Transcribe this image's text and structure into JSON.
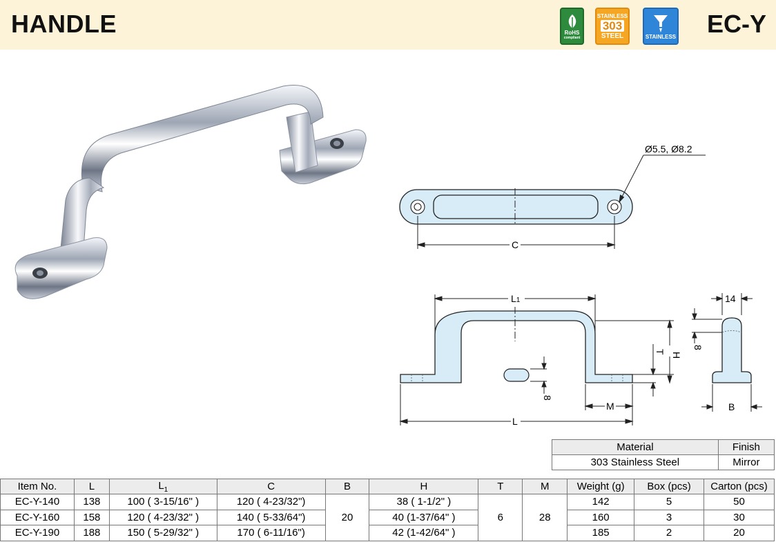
{
  "header": {
    "title": "HANDLE",
    "code": "EC-Y"
  },
  "badges": {
    "rohs": {
      "line1": "RoHS",
      "line2": "compliant"
    },
    "stainless303": {
      "top": "STAINLESS",
      "mid": "303",
      "bottom": "STEEL"
    },
    "stainless": {
      "label": "STAINLESS"
    }
  },
  "drawing": {
    "hole_dim": "Ø5.5, Ø8.2",
    "c": "C",
    "l1_main": "L",
    "l1_sub": "1",
    "l": "L",
    "m": "M",
    "t": "T",
    "h": "H",
    "slot_dim": "8",
    "w14": "14",
    "h8": "8",
    "b": "B"
  },
  "spec": {
    "headers": [
      "Material",
      "Finish"
    ],
    "values": [
      "303 Stainless Steel",
      "Mirror"
    ]
  },
  "table": {
    "headers": [
      "Item No.",
      "L",
      "L",
      "C",
      "B",
      "H",
      "T",
      "M",
      "Weight (g)",
      "Box (pcs)",
      "Carton (pcs)"
    ],
    "l1_sub": "1",
    "rows": [
      [
        "EC-Y-140",
        "138",
        "100 ( 3-15/16\" )",
        "120 ( 4-23/32\")",
        "38 (  1-1/2\"  )",
        "142",
        "5",
        "50"
      ],
      [
        "EC-Y-160",
        "158",
        "120 ( 4-23/32\" )",
        "140 ( 5-33/64\")",
        "40 (1-37/64\" )",
        "160",
        "3",
        "30"
      ],
      [
        "EC-Y-190",
        "188",
        "150 ( 5-29/32\" )",
        "170 ( 6-11/16\")",
        "42 (1-42/64\" )",
        "185",
        "2",
        "20"
      ]
    ],
    "b_value": "20",
    "t_value": "6",
    "m_value": "28"
  }
}
